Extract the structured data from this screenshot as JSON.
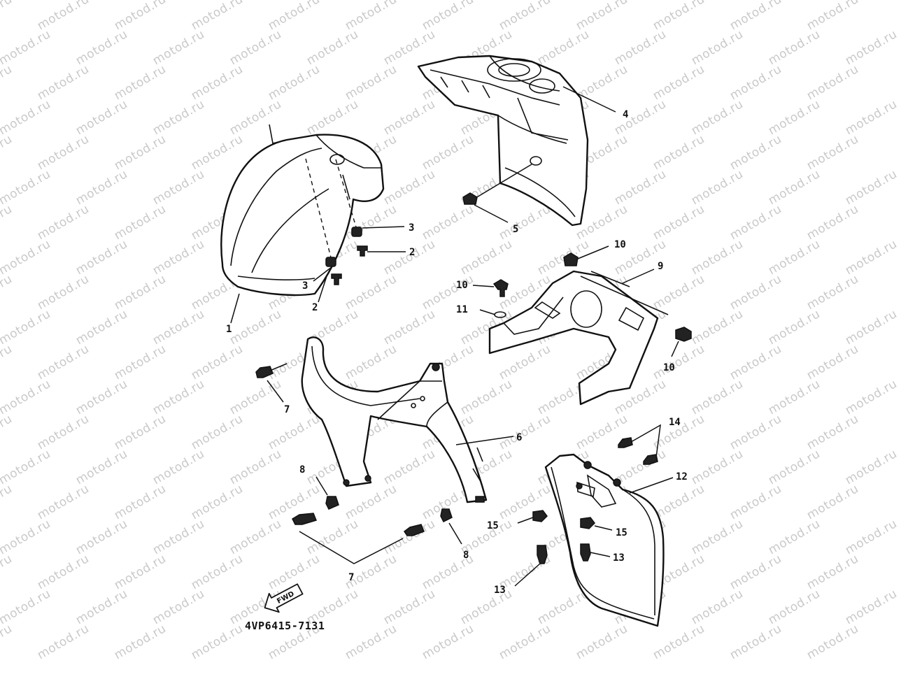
{
  "watermark": {
    "text": "motod.ru"
  },
  "diagram_code": "4VP6415-7131",
  "fwd_label": "FWD",
  "callouts": {
    "c1": "1",
    "c2a": "2",
    "c2b": "2",
    "c3a": "3",
    "c3b": "3",
    "c4": "4",
    "c5": "5",
    "c6": "6",
    "c7a": "7",
    "c7b": "7",
    "c8a": "8",
    "c8b": "8",
    "c9": "9",
    "c10a": "10",
    "c10b": "10",
    "c10c": "10",
    "c11": "11",
    "c12": "12",
    "c13a": "13",
    "c13b": "13",
    "c14": "14",
    "c15a": "15",
    "c15b": "15"
  }
}
